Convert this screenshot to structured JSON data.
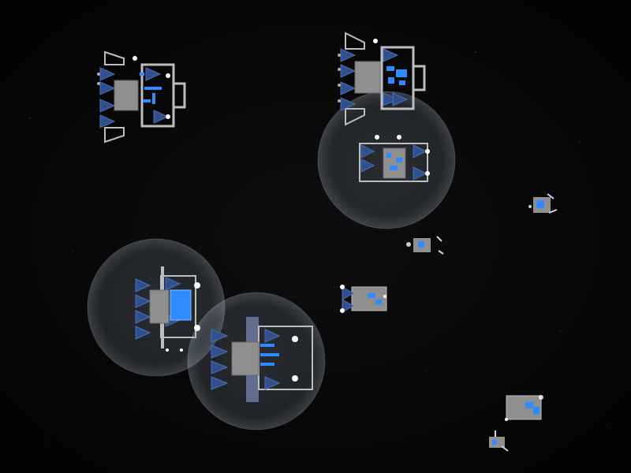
{
  "game": {
    "view": "fleet-battle-space-view",
    "background_color": "#050505",
    "colors": {
      "hull": "#8f8f8f",
      "hull_dark": "#6b6b6b",
      "frame": "#bdbdbd",
      "thruster_blue": "#2f4f8f",
      "thruster_edge": "#4c6fb5",
      "accent_blue": "#2f8bff",
      "accent_light": "#7fc0ff",
      "engine_glow": "#ffffff",
      "shield_fill": "#9fb3c8",
      "shield_edge": "#c8d6e6"
    }
  },
  "entities": [
    {
      "kind": "battleship",
      "name": "ship-battleship-top-left",
      "shield": false,
      "facing": "right"
    },
    {
      "kind": "battleship",
      "name": "ship-battleship-top-center",
      "shield": false,
      "facing": "right"
    },
    {
      "kind": "cruiser",
      "name": "ship-cruiser-shielded-center",
      "shield": true,
      "facing": "right"
    },
    {
      "kind": "cruiser",
      "name": "ship-cruiser-shielded-left",
      "shield": true,
      "facing": "right"
    },
    {
      "kind": "battleship",
      "name": "ship-battleship-shielded-bottom",
      "shield": true,
      "facing": "right"
    },
    {
      "kind": "frigate",
      "name": "ship-frigate-middle",
      "shield": false,
      "facing": "right"
    },
    {
      "kind": "fighter",
      "name": "ship-fighter-center",
      "shield": false,
      "facing": "right"
    },
    {
      "kind": "fighter",
      "name": "ship-fighter-right",
      "shield": false,
      "facing": "right"
    },
    {
      "kind": "frigate",
      "name": "ship-frigate-bottom-right",
      "shield": false,
      "facing": "right"
    },
    {
      "kind": "fighter",
      "name": "ship-fighter-bottom-right",
      "shield": false,
      "facing": "right"
    }
  ]
}
